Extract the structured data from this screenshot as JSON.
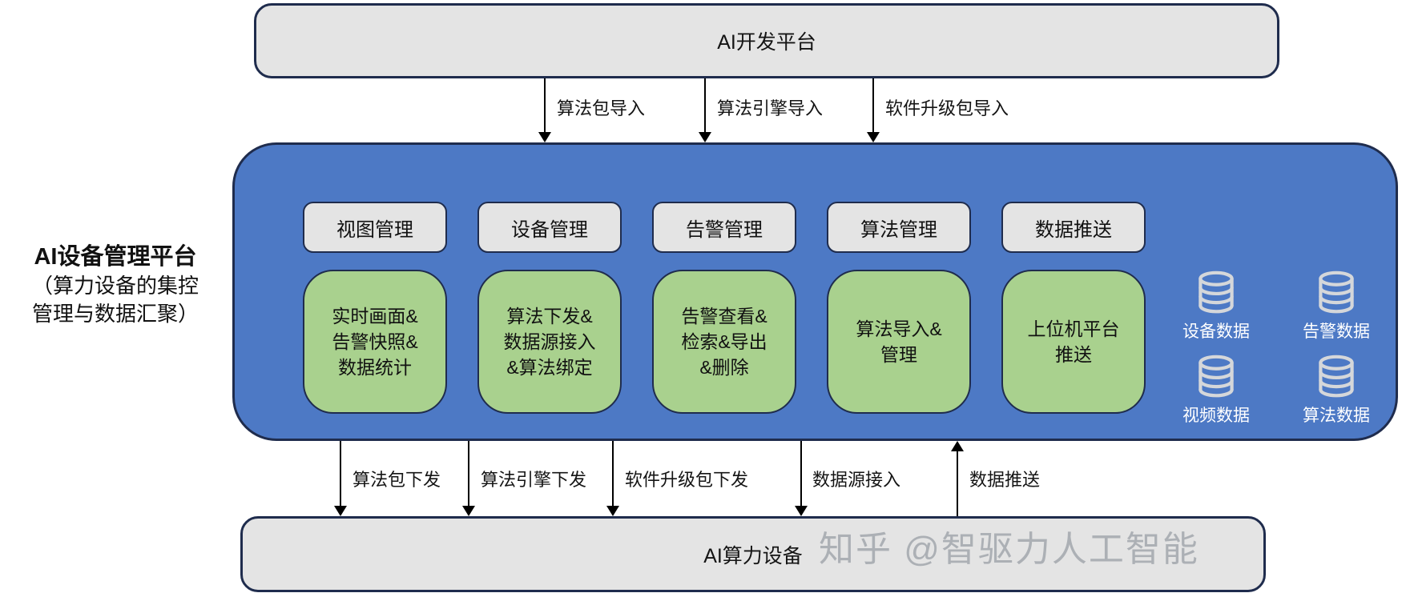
{
  "diagram": {
    "top_platform": {
      "label": "AI开发平台"
    },
    "top_flows": [
      {
        "label": "算法包导入",
        "direction": "down"
      },
      {
        "label": "算法引擎导入",
        "direction": "down"
      },
      {
        "label": "软件升级包导入",
        "direction": "down"
      }
    ],
    "platform": {
      "title": "AI设备管理平台",
      "subtitle_line1": "（算力设备的集控",
      "subtitle_line2": "管理与数据汇聚）",
      "tabs": [
        "视图管理",
        "设备管理",
        "告警管理",
        "算法管理",
        "数据推送"
      ],
      "modules": [
        {
          "text": "实时画面&\n告警快照&\n数据统计"
        },
        {
          "text": "算法下发&\n数据源接入\n&算法绑定"
        },
        {
          "text": "告警查看&\n检索&导出\n&删除"
        },
        {
          "text": "算法导入&\n管理"
        },
        {
          "text": "上位机平台\n推送"
        }
      ],
      "datastores": [
        "设备数据",
        "告警数据",
        "视频数据",
        "算法数据"
      ]
    },
    "bottom_flows": [
      {
        "label": "算法包下发",
        "direction": "down"
      },
      {
        "label": "算法引擎下发",
        "direction": "down"
      },
      {
        "label": "软件升级包下发",
        "direction": "down"
      },
      {
        "label": "数据源接入",
        "direction": "down"
      },
      {
        "label": "数据推送",
        "direction": "up"
      }
    ],
    "bottom_platform": {
      "label": "AI算力设备"
    },
    "watermark": "知乎 @智驱力人工智能",
    "colors": {
      "panel_blue": "#4d79c5",
      "module_green": "#a9d18e",
      "box_gray": "#e4e4e4",
      "border_navy": "#1f2c4d",
      "db_icon_gray": "#d5d7da"
    }
  }
}
